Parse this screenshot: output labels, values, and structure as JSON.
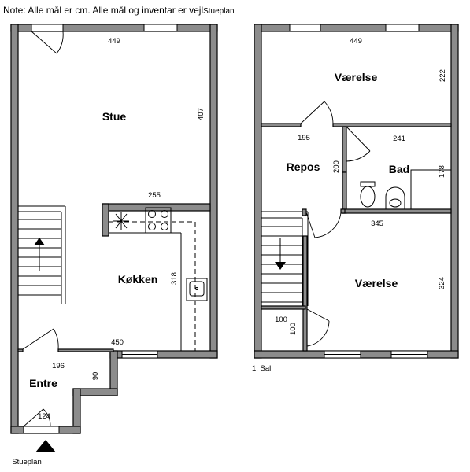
{
  "note": "Note: Alle mål er cm. Alle mål og inventar er vejl",
  "note_suffix": "Stueplan",
  "ground_floor": {
    "caption": "Stueplan",
    "rooms": {
      "stue": "Stue",
      "kokken": "Køkken",
      "entre": "Entre"
    },
    "dims": {
      "stue_width": "449",
      "stue_depth": "407",
      "kitchen_width": "255",
      "kitchen_depth": "318",
      "bottom_width": "450",
      "entre_width": "196",
      "entre_depth": "90",
      "door_width": "124"
    }
  },
  "first_floor": {
    "caption": "1. Sal",
    "rooms": {
      "vaerelse_top": "Værelse",
      "repos": "Repos",
      "bad": "Bad",
      "vaerelse_bottom": "Værelse"
    },
    "dims": {
      "top_width": "449",
      "top_depth": "222",
      "repos_width": "195",
      "repos_depth": "200",
      "bad_width": "241",
      "bad_depth": "178",
      "bottom_width": "345",
      "bottom_depth": "324",
      "closet_width": "100",
      "closet_depth": "100"
    }
  }
}
